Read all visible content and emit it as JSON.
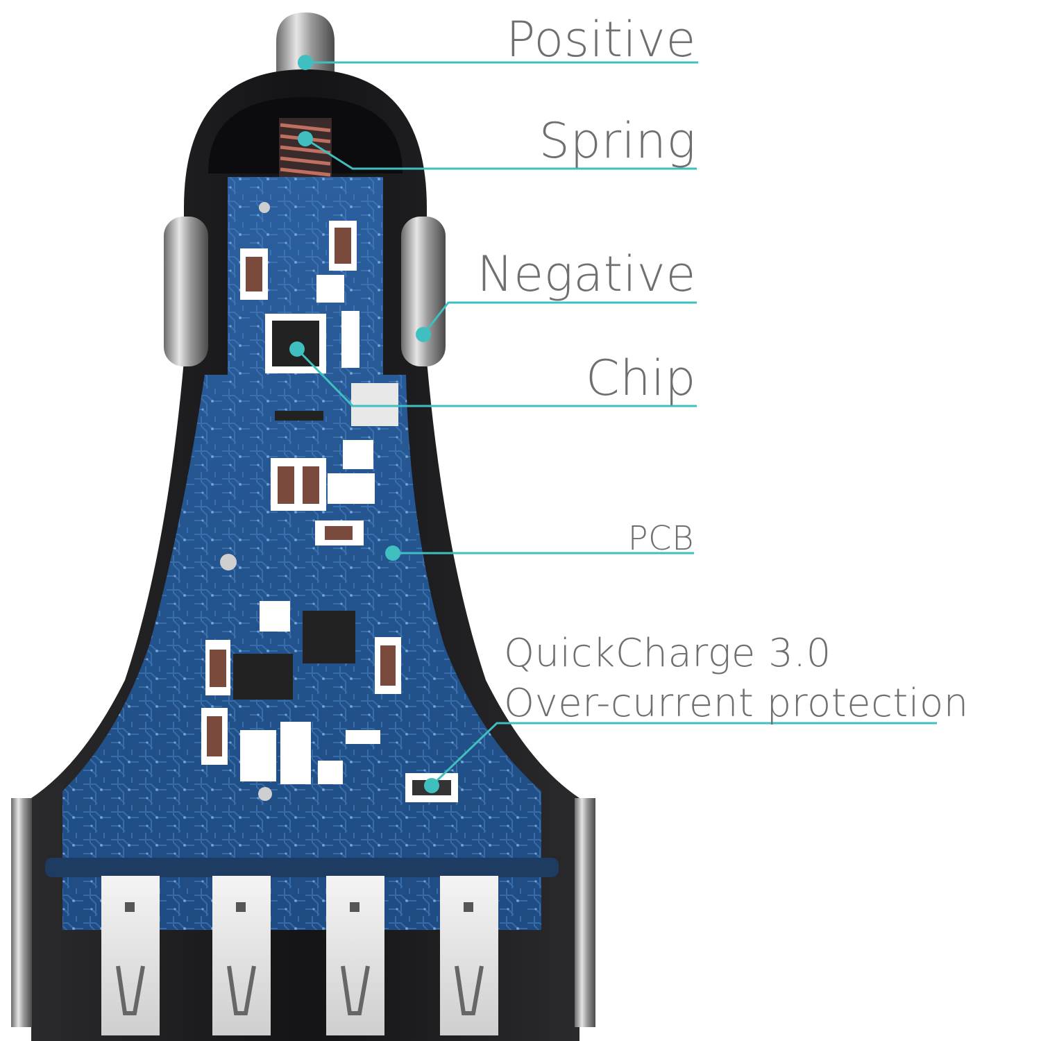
{
  "labels": {
    "positive": "Positive",
    "spring": "Spring",
    "negative": "Negative",
    "chip": "Chip",
    "pcb": "PCB",
    "quickcharge_line1": "QuickCharge 3.0",
    "quickcharge_line2": "Over-current protection"
  },
  "colors": {
    "callout": "#3fbfbf",
    "label_text": "#6f6f6f",
    "body_dark": "#1c1c1e",
    "pcb_blue": "#2a5a9a",
    "metal": "#b9b9b9"
  },
  "usb_port_count": 4
}
